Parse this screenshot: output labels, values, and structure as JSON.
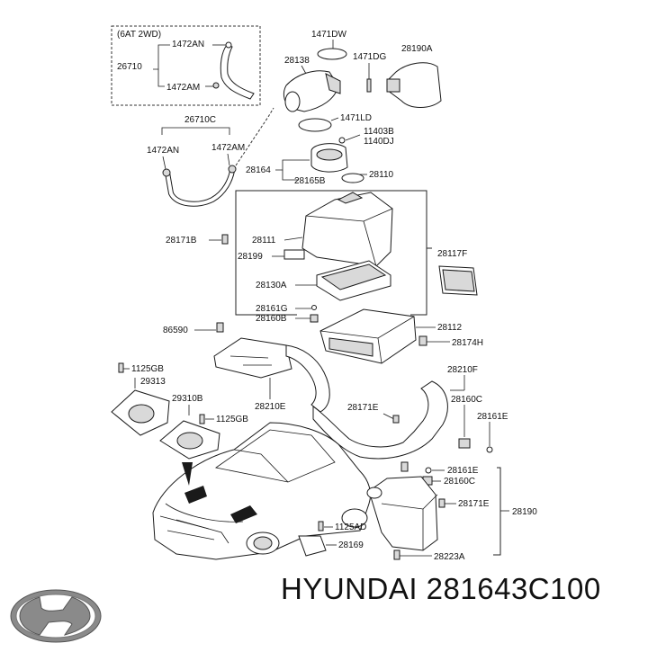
{
  "diagram": {
    "inset_title": "(6AT 2WD)",
    "labels": {
      "p1472AN_a": "1472AN",
      "p26710": "26710",
      "p1472AM_a": "1472AM",
      "p1471DW": "1471DW",
      "p28138": "28138",
      "p1471DG": "1471DG",
      "p28190A": "28190A",
      "p26710C": "26710C",
      "p1471LD": "1471LD",
      "p11403B": "11403B",
      "p1140DJ": "1140DJ",
      "p1472AN_b": "1472AN",
      "p1472AM_b": "1472AM",
      "p28164": "28164",
      "p28110": "28110",
      "p28165B": "28165B",
      "p28171B": "28171B",
      "p28111": "28111",
      "p28199": "28199",
      "p28117F": "28117F",
      "p28130A": "28130A",
      "p28161G": "28161G",
      "p28160B": "28160B",
      "p86590": "86590",
      "p28112": "28112",
      "p28174H": "28174H",
      "p1125GB_a": "1125GB",
      "p29313": "29313",
      "p28210F": "28210F",
      "p29310B": "29310B",
      "p28160C_a": "28160C",
      "p28171E_a": "28171E",
      "p1125GB_b": "1125GB",
      "p28210E": "28210E",
      "p28161E_a": "28161E",
      "p28161E_b": "28161E",
      "p28160C_b": "28160C",
      "p28171E_b": "28171E",
      "p28190": "28190",
      "p1125AD": "1125AD",
      "p28169": "28169",
      "p28223A": "28223A"
    }
  },
  "caption": "HYUNDAI 281643C100",
  "logo": {
    "name": "hyundai-logo",
    "color": "#8a8a8a"
  }
}
